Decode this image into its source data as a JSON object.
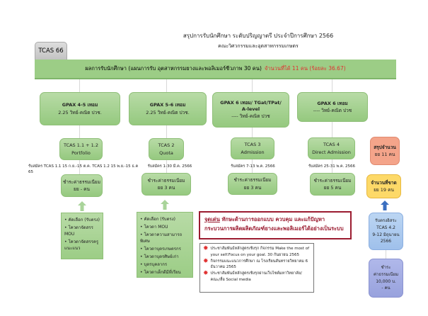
{
  "header": {
    "title": "สรุปการรับนักศึกษา ระดับปริญญาตรี ประจำปีการศึกษา 2566",
    "subtitle": "คณะวิศวกรรมและอุตสาหกรรมเกษตร",
    "tab": "TCAS 66"
  },
  "banner": {
    "text": "ผลการรับนักศึกษา (แผนการรับ อุตสาหกรรมยางและพอลิเมอร์ชีวภาพ 30 คน)",
    "highlight": "จำนวนที่ได้ 11 คน (ร้อยละ 36.67)"
  },
  "rounds": [
    {
      "gpax": "GPAX 4-5 เทอม",
      "req": "2.25  วิทย์-คณิต ปวช.",
      "name": "TCAS 1.1 + 1.2",
      "type": "Portfolio",
      "dates": "รับสมัคร TCAS 1.1 15 ก.ย.-15 ต.ค. TCAS 1.2 15 พ.ย.-15 ธ.ค 65",
      "fee": "ชำระค่าธรรมเนียม",
      "fee_count": "ยย - คน"
    },
    {
      "gpax": "GPAX 5-6 เทอม",
      "req": "2.25  วิทย์-คณิต ปวช.",
      "name": "TCAS 2",
      "type": "Quota",
      "dates": "รับสมัคร 1-30 มี.ค. 2566",
      "fee": "ชำระค่าธรรมเนียม",
      "fee_count": "ยย 3 คน"
    },
    {
      "gpax": "GPAX 6 เทอม/ TGat/TPat/",
      "gpax2": "A-level",
      "req": "----  วิทย์-คณิต ปวช",
      "name": "TCAS 3",
      "type": "Admission",
      "dates": "รับสมัคร 7-13 พ.ค. 2566",
      "fee": "ชำระค่าธรรมเนียม",
      "fee_count": "ยย 3 คน"
    },
    {
      "gpax": "GPAX 6 เทอม",
      "req": "----  วิทย์-คณิต ปวช",
      "name": "TCAS 4",
      "type": "Direct Admission",
      "dates": "รับสมัคร 25-31 พ.ค. 2566",
      "fee": "ชำระค่าธรรมเนียม",
      "fee_count": "ยย 5 คน"
    }
  ],
  "summary": {
    "label": "สรุปจำนวน",
    "value": "ยย 11 คน"
  },
  "missing": {
    "label": "จำนวนที่ขาด",
    "value": "ยย 19 คน"
  },
  "tcas42": {
    "l1": "รับตรงอิสระ",
    "l2": "TCAS 4.2",
    "l3": "9-12 มิถุนายน",
    "l4": "2566"
  },
  "tcas42_fee": {
    "l1": "ชำระ",
    "l2": "ค่าธรรมเนียม",
    "l3": "10,000 บ.",
    "l4": "- คน"
  },
  "quota1": [
    "คัดเลือก (รับตรง)",
    "โควตาจัดสรร MOU",
    "โควตาจัดสรรครู แนะแนว"
  ],
  "quota2": [
    "คัดเลือก (รับตรง)",
    "โควตา MOU",
    "โควตาความสามารถพิเศษ",
    "โควตาบุตรเกษตรกร",
    "โควตาบุตรศิษย์เก่า",
    "บุตรบุคลากร",
    "โควตาเด็กดีมีที่เรียน"
  ],
  "highlight": {
    "label": "จุดเด่น",
    "text": "ทักษะด้านการออกแบบ ควบคุม และแก้ปัญหา",
    "text2": "กระบวนการผลิตผลิตภัณฑ์ยางและพอลิเมอร์ได้อย่างเป็นระบบ"
  },
  "activities": [
    "ประชาสัมพันธ์หลักสูตรเชิงรุก กิจกรรม Make the most of your self.Focus on your goal.  30 กันยายน 2565",
    "กิจกรรมแนะแนวการศึกษา ณ โรงเรียนสันทรายวิทยาคม 6 ธันวาคม 2565",
    "ประชาสัมพันธ์หลักสูตรเชิงรุกผ่านเว็บไซต์มหาวิทยาลัย/คณะ/สื่อ Social media"
  ],
  "colors": {
    "green": "#9ccd86",
    "red": "#e03030",
    "orange": "#f4a48a",
    "yellow": "#fdd968",
    "blue": "#a9c8ef",
    "purple": "#9fa8e0",
    "maroon": "#9b1b30"
  }
}
